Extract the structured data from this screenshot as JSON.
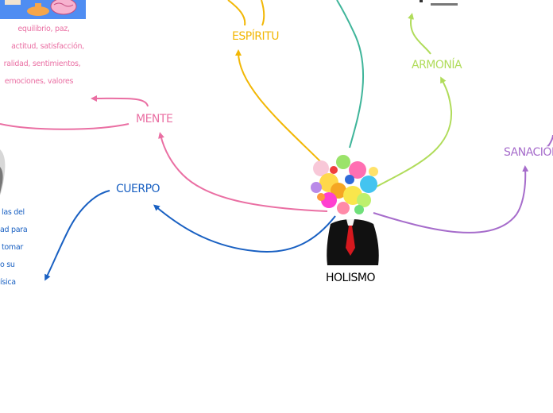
{
  "colors": {
    "espiritu": "#f2b705",
    "armonia": "#b0dc5a",
    "teal": "#3fb59a",
    "sanacion": "#a66ccb",
    "mente": "#ea6fa3",
    "cuerpo": "#1960c2",
    "center": "#000000"
  },
  "center": {
    "label": "HOLISMO",
    "icon": "person-with-colorful-head-icon"
  },
  "nodes": {
    "espiritu": {
      "label": "ESPÍRITU"
    },
    "armonia": {
      "label": "ARMONÍA"
    },
    "sanacion": {
      "label": "SANACIÓN"
    },
    "mente": {
      "label": "MENTE"
    },
    "cuerpo": {
      "label": "CUERPO"
    }
  },
  "mente_notes": [
    "equilibrio, paz,",
    "actitud, satisfacción,",
    "ralidad, sentimientos,",
    "emociones, valores"
  ],
  "cuerpo_notes": [
    "las del",
    "ad para",
    "tomar",
    "o su",
    "ísica"
  ]
}
